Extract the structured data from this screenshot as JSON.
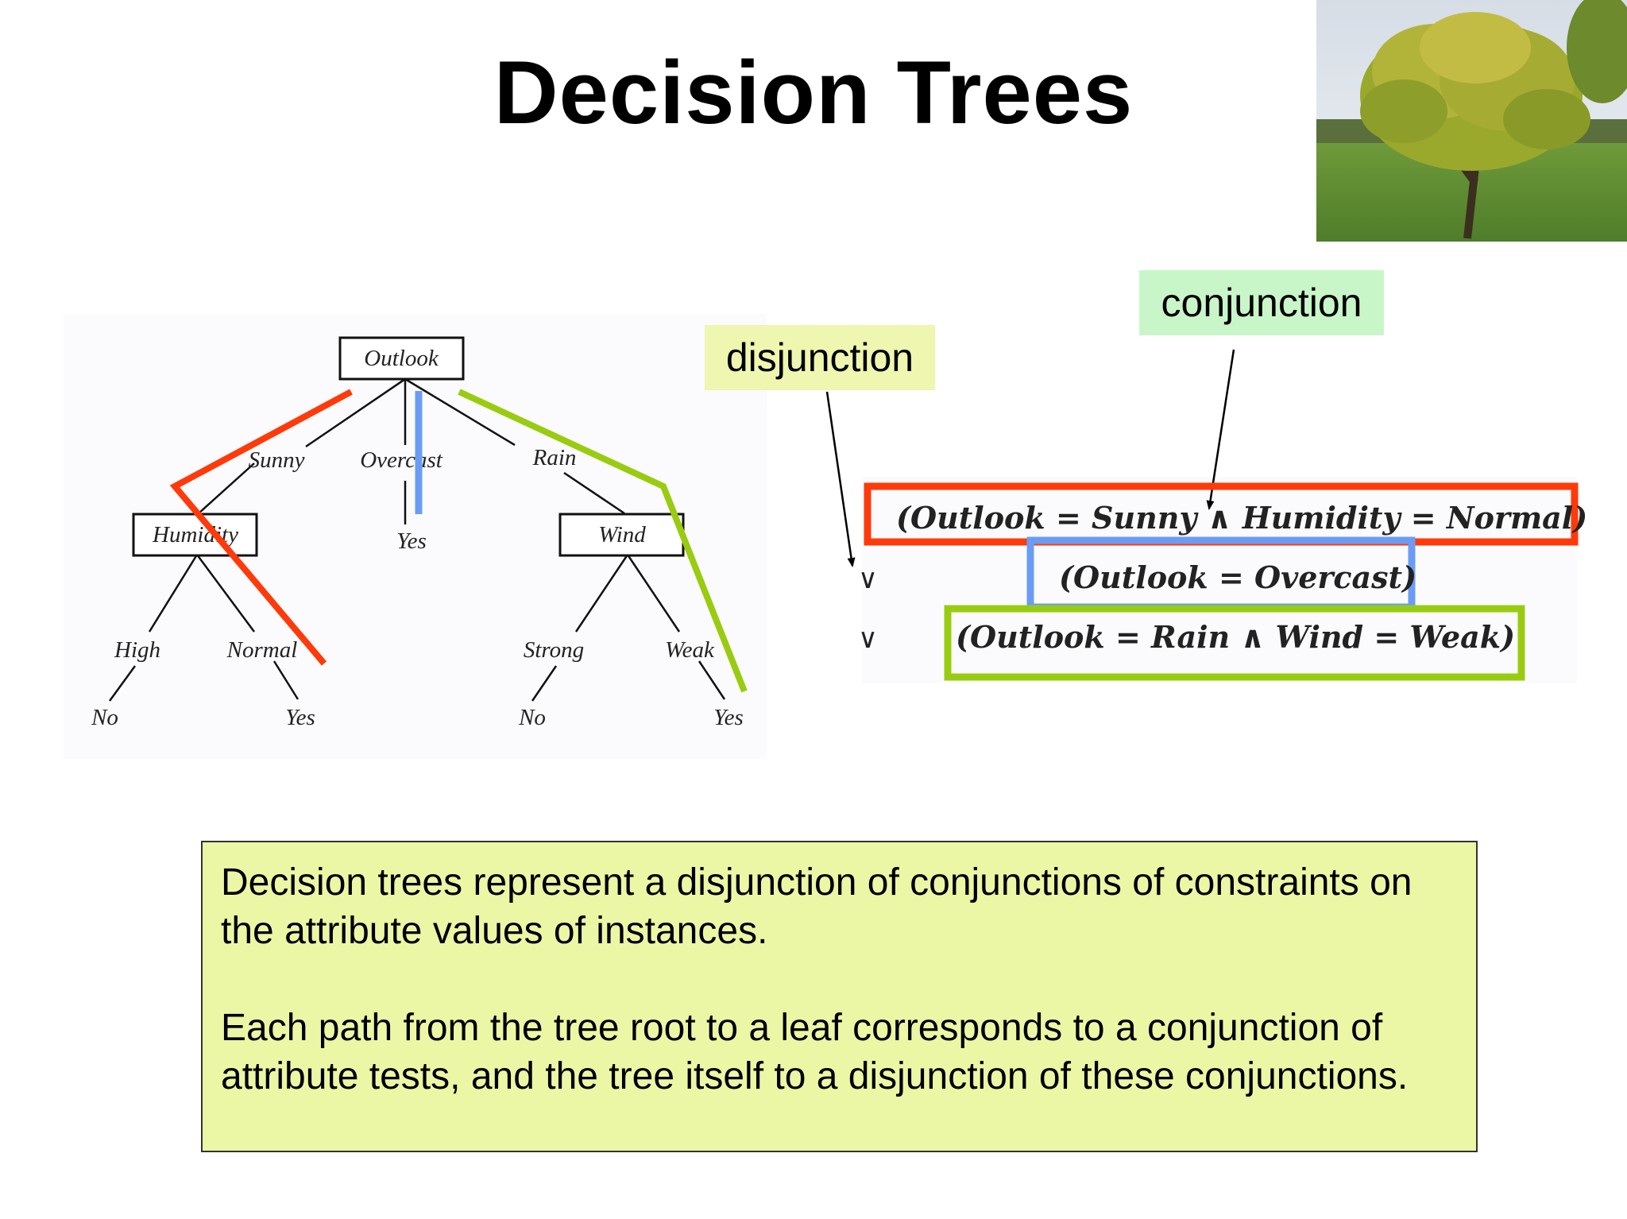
{
  "slide": {
    "title": "Decision Trees"
  },
  "tree": {
    "root": "Outlook",
    "branches": [
      "Sunny",
      "Overcast",
      "Rain"
    ],
    "humidity_node": "Humidity",
    "wind_node": "Wind",
    "humidity_branches": [
      "High",
      "Normal"
    ],
    "wind_branches": [
      "Strong",
      "Weak"
    ],
    "leaves": {
      "high": "No",
      "normal": "Yes",
      "overcast": "Yes",
      "strong": "No",
      "weak": "Yes"
    }
  },
  "labels": {
    "conjunction": "conjunction",
    "disjunction": "disjunction"
  },
  "expression": {
    "line1": "(Outlook = Sunny  ∧  Humidity = Normal)",
    "line2": "(Outlook = Overcast)",
    "line3": "(Outlook = Rain  ∧  Wind = Weak)",
    "or_symbol": "∨"
  },
  "summary": {
    "paragraph1": "Decision trees represent a disjunction of conjunctions of constraints on the attribute values of instances.",
    "paragraph2": "Each path from the tree root to a leaf corresponds to a conjunction of attribute tests, and the tree itself to a disjunction of these conjunctions."
  },
  "colors": {
    "path_red": "#ff3a0a",
    "path_blue": "#6b9cf5",
    "path_green": "#99cc11",
    "conjunction_bg": "#c9f6c9",
    "disjunction_bg": "#eef6b0",
    "summary_bg": "#ecf7a6"
  },
  "icons": {
    "photo": "tree-photo"
  }
}
